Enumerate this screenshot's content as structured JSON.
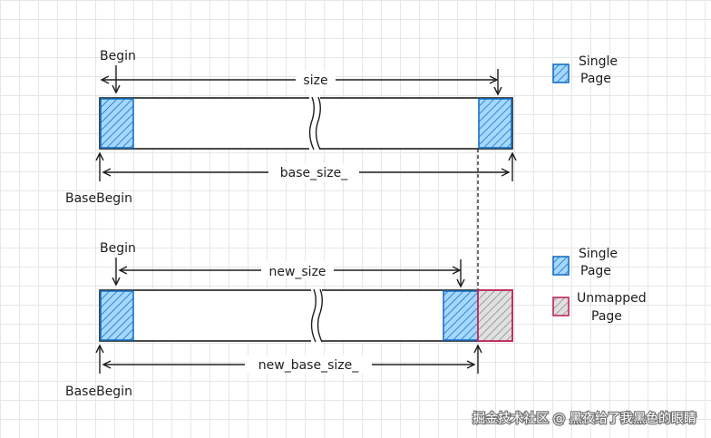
{
  "colors": {
    "single_page_fill": "#a5d8ff",
    "single_page_stroke": "#1971c2",
    "unmapped_fill": "#d0d0d0",
    "unmapped_stroke": "#c2255c",
    "line": "#1e1e1e"
  },
  "top_diagram": {
    "begin_label": "Begin",
    "size_label": "size",
    "base_size_label": "base_size_",
    "base_begin_label": "BaseBegin"
  },
  "bottom_diagram": {
    "begin_label": "Begin",
    "size_label": "new_size",
    "base_size_label": "new_base_size_",
    "base_begin_label": "BaseBegin"
  },
  "legend_top": {
    "single_page_label_1": "Single",
    "single_page_label_2": "Page"
  },
  "legend_bottom": {
    "single_page_label_1": "Single",
    "single_page_label_2": "Page",
    "unmapped_label_1": "Unmapped",
    "unmapped_label_2": "Page"
  },
  "watermark": "掘金技术社区 @ 黑夜给了我黑色的眼睛"
}
